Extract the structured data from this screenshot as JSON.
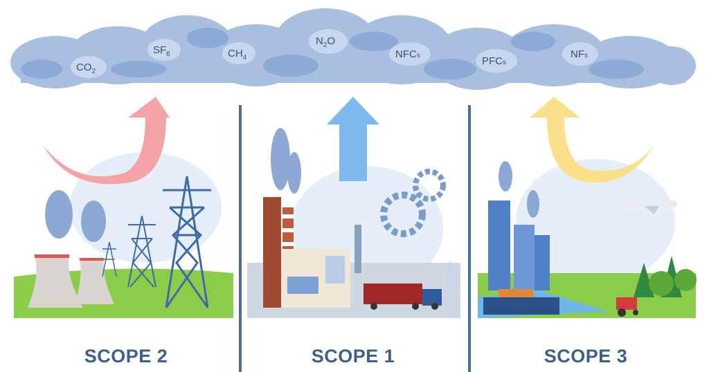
{
  "gases": [
    {
      "base": "CO",
      "sub": "2"
    },
    {
      "base": "SF",
      "sub": "6"
    },
    {
      "base": "CH",
      "sub": "4"
    },
    {
      "base": "N",
      "sub": "2",
      "tail": "O"
    },
    {
      "base": "NFC",
      "sub": "s"
    },
    {
      "base": "PFC",
      "sub": "s"
    },
    {
      "base": "NF",
      "sub": "s"
    }
  ],
  "scopes": {
    "left": "SCOPE 2",
    "middle": "SCOPE 1",
    "right": "SCOPE 3"
  },
  "colors": {
    "cloud": "#a9bfe0",
    "cloud_dark": "#8eaad6",
    "arrow_scope2": "#f4a3a6",
    "arrow_scope1": "#7fb8ee",
    "arrow_scope3": "#fbe08c",
    "divider": "#4a6f9c",
    "scope_text": "#3d5f8e"
  }
}
